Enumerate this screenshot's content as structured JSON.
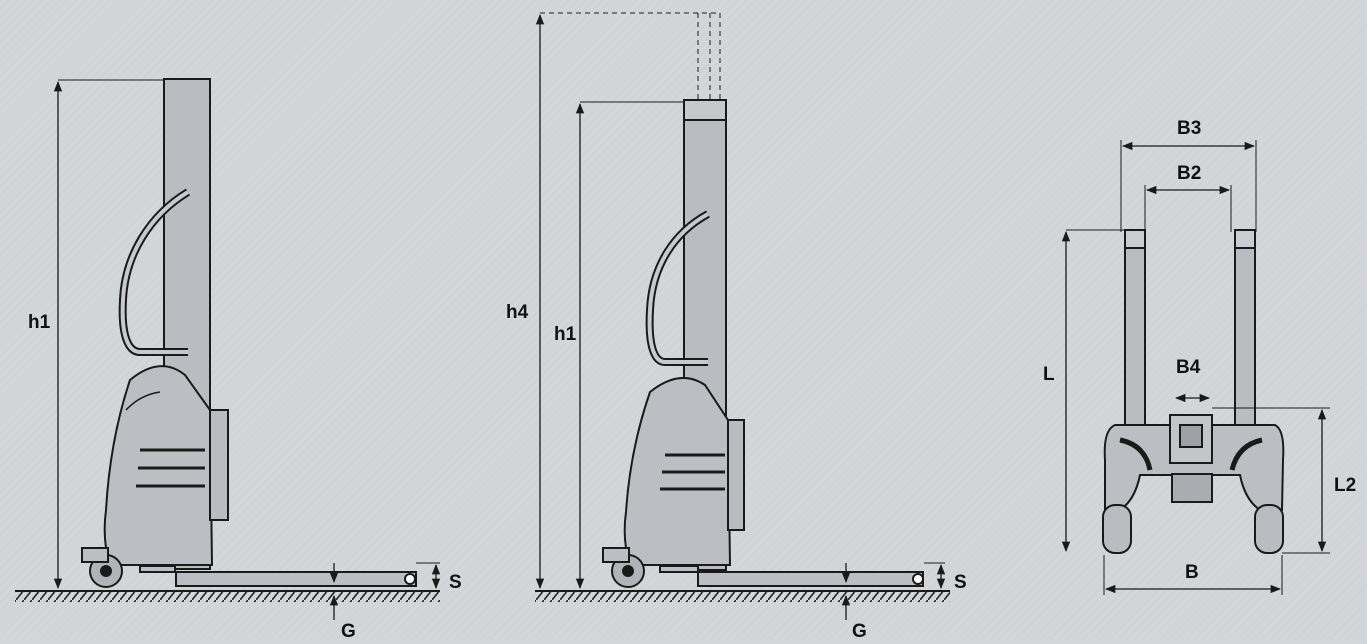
{
  "colors": {
    "background": "#d3d6d9",
    "body_fill": "#bbbec2",
    "line": "#1a1a1a"
  },
  "side_view_lowered": {
    "labels": {
      "h1": "h1",
      "s": "S",
      "g": "G"
    }
  },
  "side_view_raised": {
    "labels": {
      "h4": "h4",
      "h1": "h1",
      "s": "S",
      "g": "G"
    }
  },
  "top_view": {
    "labels": {
      "b3": "B3",
      "b2": "B2",
      "b4": "B4",
      "l": "L",
      "l2": "L2",
      "b": "B"
    }
  }
}
